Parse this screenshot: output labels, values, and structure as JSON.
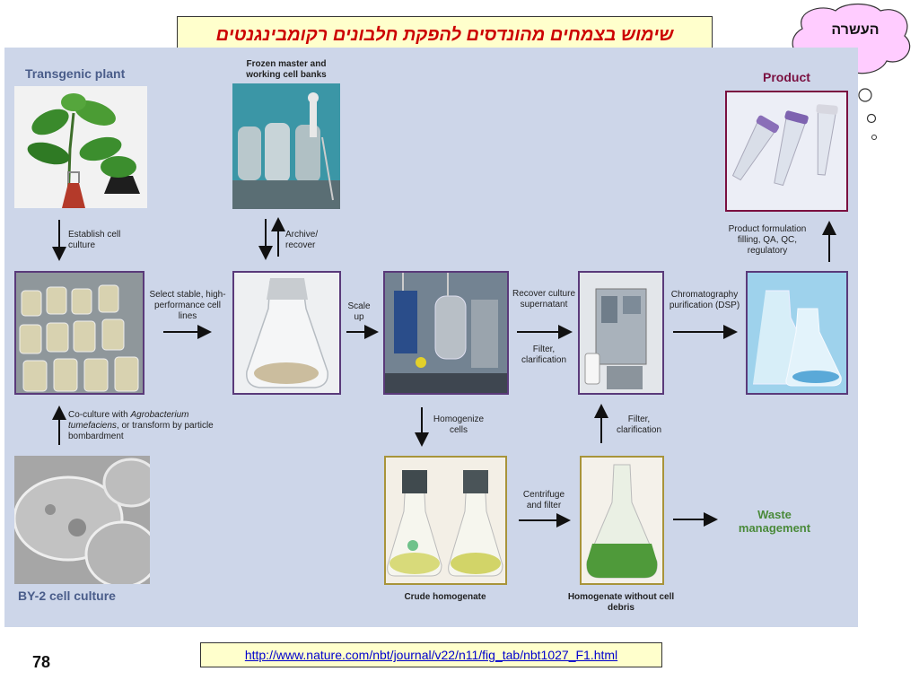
{
  "slide": {
    "title": "שימוש בצמחים מהונדסים להפקת חלבונים רקומבינגנטים",
    "note_cloud": "העשרה",
    "page_number": "78",
    "source_url": "http://www.nature.com/nbt/journal/v22/n11/fig_tab/nbt1027_F1.html"
  },
  "diagram": {
    "transgenic_plant": "Transgenic plant",
    "frozen_banks": "Frozen master and working cell banks",
    "product": "Product",
    "by2": "BY-2 cell culture",
    "crude_homogenate": "Crude homogenate",
    "homogenate_no_debris": "Homogenate without cell debris",
    "waste": "Waste management",
    "establish": "Establish cell culture",
    "archive": "Archive/ recover",
    "select": "Select stable, high-performance cell lines",
    "scale_up": "Scale up",
    "recover": "Recover culture supernatant",
    "filter1": "Filter, clarification",
    "chromatography": "Chromatography purification (DSP)",
    "formulation": "Product formulation filling, QA, QC, regulatory",
    "coculture_a": "Co-culture with ",
    "coculture_b": "Agrobacterium tumefaciens",
    "coculture_c": ", or transform by particle bombardment",
    "homogenize": "Homogenize cells",
    "filter2": "Filter, clarification",
    "centrifuge": "Centrifuge and filter"
  }
}
